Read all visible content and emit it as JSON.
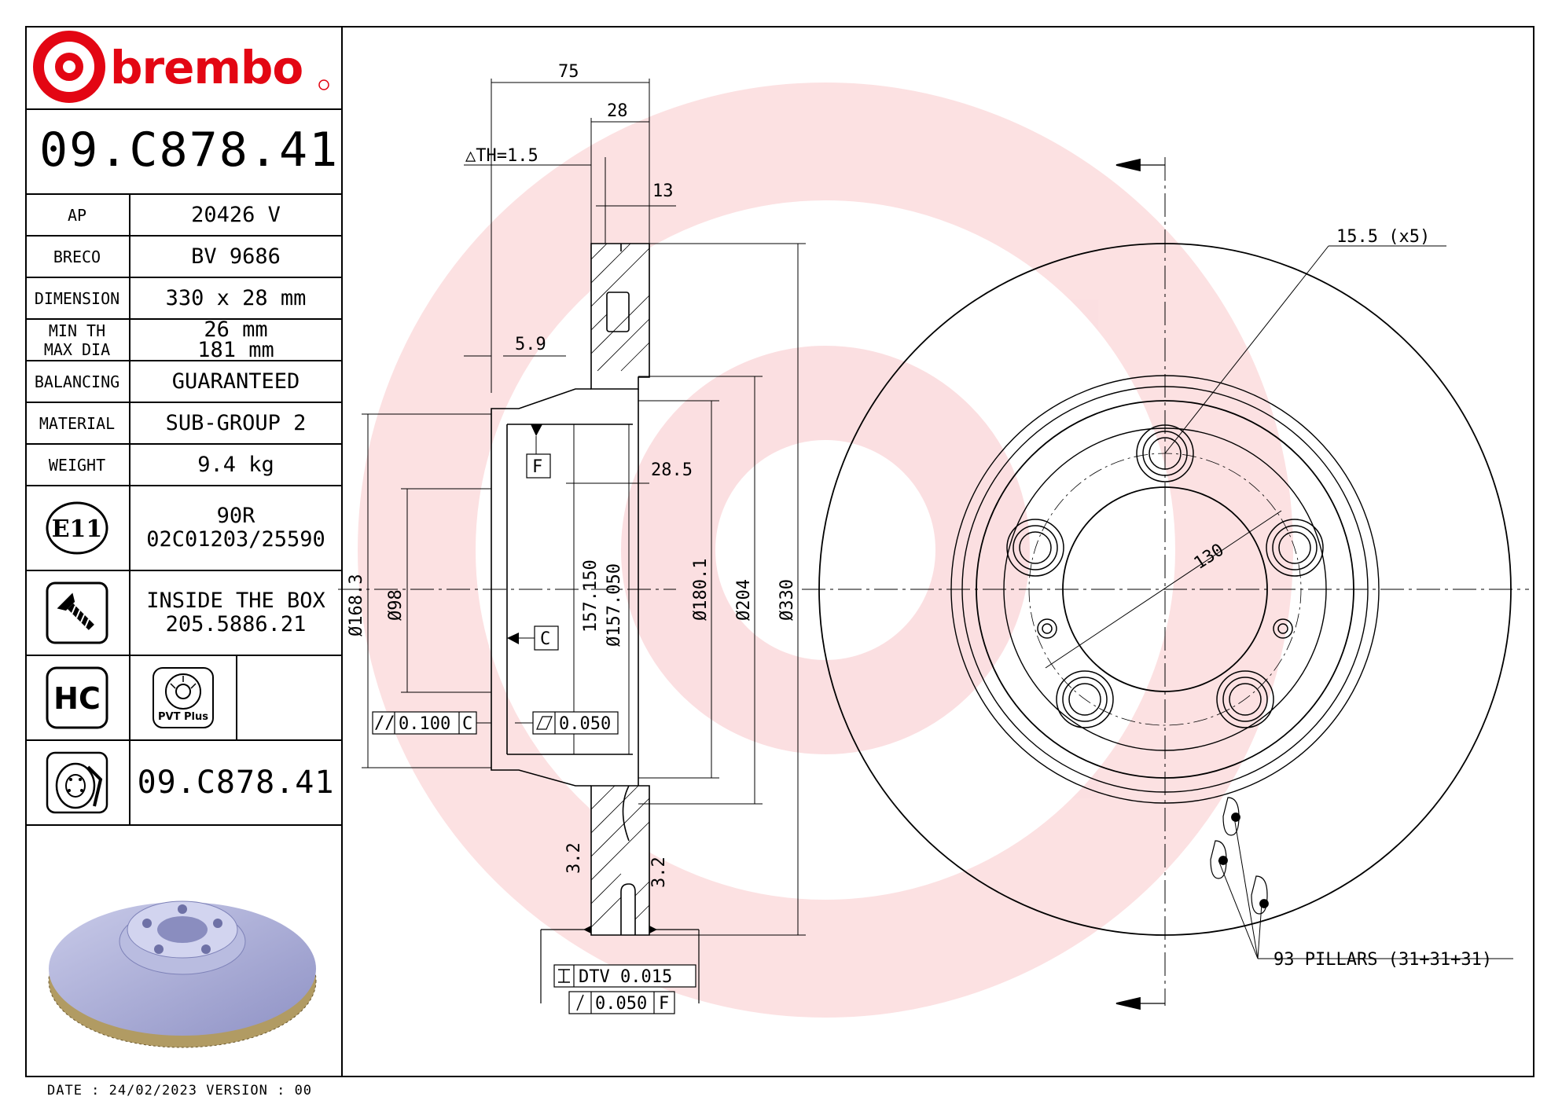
{
  "brand": {
    "name": "brembo",
    "color": "#e30613"
  },
  "part_number": "09.C878.41",
  "specs": [
    {
      "label": "AP",
      "value": "20426 V"
    },
    {
      "label": "BRECO",
      "value": "BV 9686"
    },
    {
      "label": "DIMENSION",
      "value": "330 x 28 mm"
    },
    {
      "label": "MIN TH",
      "label2": "MAX DIA",
      "value": "26 mm",
      "value2": "181 mm"
    },
    {
      "label": "BALANCING",
      "value": "GUARANTEED"
    },
    {
      "label": "MATERIAL",
      "value": "SUB-GROUP 2"
    },
    {
      "label": "WEIGHT",
      "value": "9.4 kg"
    }
  ],
  "approval": {
    "mark": "E11",
    "line1": "90R",
    "line2": "02C01203/25590"
  },
  "box": {
    "line1": "INSIDE THE BOX",
    "line2": "205.5886.21"
  },
  "badges": {
    "hc": "HC",
    "pvt": "PVT Plus"
  },
  "footer_part_number": "09.C878.41",
  "date_line": "DATE : 24/02/2023 VERSION : 00",
  "dimensions": {
    "d75": "75",
    "d28": "28",
    "th": "△TH=1.5",
    "d13": "13",
    "d59": "5.9",
    "d285": "28.5",
    "dia1683": "Ø168.3",
    "dia98": "Ø98",
    "dia157a": "157.150",
    "dia157b": "Ø157.050",
    "dia1801": "Ø180.1",
    "dia204": "Ø204",
    "dia330": "Ø330",
    "ref_f": "F",
    "ref_c": "C",
    "tol_par_sym": "//",
    "tol_par_val": "0.100",
    "tol_par_ref": "C",
    "tol_flat_val": "0.050",
    "dtv": "DTV 0.015",
    "runout_val": "0.050",
    "runout_ref": "F",
    "holes": "15.5 (x5)",
    "pcd": "130",
    "pillars": "93 PILLARS (31+31+31)",
    "rough1": "3.2",
    "rough2": "3.2"
  }
}
